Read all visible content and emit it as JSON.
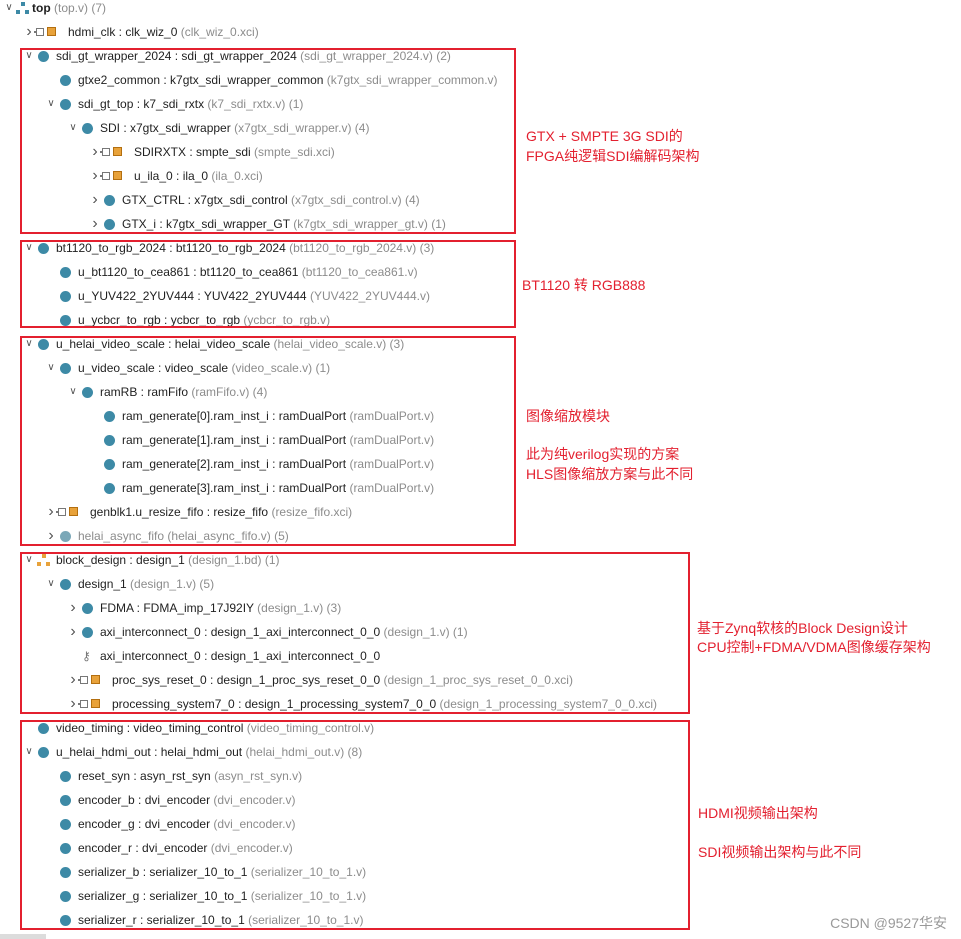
{
  "rows": [
    {
      "arrow": "down",
      "icon": "hierarchy",
      "name": "top",
      "source": " (top.v) (7)"
    },
    {
      "arrow": "right",
      "icon": "ip",
      "name": "hdmi_clk : clk_wiz_0",
      "source": " (clk_wiz_0.xci)"
    },
    {
      "arrow": "down",
      "icon": "module",
      "name": "sdi_gt_wrapper_2024 : sdi_gt_wrapper_2024",
      "source": " (sdi_gt_wrapper_2024.v) (2)"
    },
    {
      "arrow": "none",
      "icon": "module",
      "name": "gtxe2_common : k7gtx_sdi_wrapper_common",
      "source": " (k7gtx_sdi_wrapper_common.v)"
    },
    {
      "arrow": "down",
      "icon": "module",
      "name": "sdi_gt_top : k7_sdi_rxtx",
      "source": " (k7_sdi_rxtx.v) (1)"
    },
    {
      "arrow": "down",
      "icon": "module",
      "name": "SDI : x7gtx_sdi_wrapper",
      "source": " (x7gtx_sdi_wrapper.v) (4)"
    },
    {
      "arrow": "right",
      "icon": "ip",
      "name": "SDIRXTX : smpte_sdi",
      "source": " (smpte_sdi.xci)"
    },
    {
      "arrow": "right",
      "icon": "ip",
      "name": "u_ila_0 : ila_0",
      "source": " (ila_0.xci)"
    },
    {
      "arrow": "right",
      "icon": "module",
      "name": "GTX_CTRL : x7gtx_sdi_control",
      "source": " (x7gtx_sdi_control.v) (4)"
    },
    {
      "arrow": "right",
      "icon": "module",
      "name": "GTX_i : k7gtx_sdi_wrapper_GT",
      "source": " (k7gtx_sdi_wrapper_gt.v) (1)"
    },
    {
      "arrow": "down",
      "icon": "module",
      "name": "bt1120_to_rgb_2024 : bt1120_to_rgb_2024",
      "source": " (bt1120_to_rgb_2024.v) (3)"
    },
    {
      "arrow": "none",
      "icon": "module",
      "name": "u_bt1120_to_cea861 : bt1120_to_cea861",
      "source": " (bt1120_to_cea861.v)"
    },
    {
      "arrow": "none",
      "icon": "module",
      "name": "u_YUV422_2YUV444 : YUV422_2YUV444",
      "source": " (YUV422_2YUV444.v)"
    },
    {
      "arrow": "none",
      "icon": "module",
      "name": "u_ycbcr_to_rgb : ycbcr_to_rgb",
      "source": " (ycbcr_to_rgb.v)"
    },
    {
      "arrow": "down",
      "icon": "module",
      "name": "u_helai_video_scale : helai_video_scale",
      "source": " (helai_video_scale.v) (3)"
    },
    {
      "arrow": "down",
      "icon": "module",
      "name": "u_video_scale : video_scale",
      "source": " (video_scale.v) (1)"
    },
    {
      "arrow": "down",
      "icon": "module",
      "name": "ramRB : ramFifo",
      "source": " (ramFifo.v) (4)"
    },
    {
      "arrow": "none",
      "icon": "module",
      "name": "ram_generate[0].ram_inst_i : ramDualPort",
      "source": " (ramDualPort.v)"
    },
    {
      "arrow": "none",
      "icon": "module",
      "name": "ram_generate[1].ram_inst_i : ramDualPort",
      "source": " (ramDualPort.v)"
    },
    {
      "arrow": "none",
      "icon": "module",
      "name": "ram_generate[2].ram_inst_i : ramDualPort",
      "source": " (ramDualPort.v)"
    },
    {
      "arrow": "none",
      "icon": "module",
      "name": "ram_generate[3].ram_inst_i : ramDualPort",
      "source": " (ramDualPort.v)"
    },
    {
      "arrow": "right",
      "icon": "ip",
      "name": "genblk1.u_resize_fifo : resize_fifo",
      "source": " (resize_fifo.xci)"
    },
    {
      "arrow": "right",
      "icon": "module-faded",
      "name": "helai_async_fifo",
      "source": " (helai_async_fifo.v) (5)"
    },
    {
      "arrow": "down",
      "icon": "bd",
      "name": "block_design : design_1",
      "source": " (design_1.bd) (1)"
    },
    {
      "arrow": "down",
      "icon": "module",
      "name": "design_1",
      "source": " (design_1.v) (5)"
    },
    {
      "arrow": "right",
      "icon": "module",
      "name": "FDMA : FDMA_imp_17J92IY",
      "source": " (design_1.v) (3)"
    },
    {
      "arrow": "right",
      "icon": "module",
      "name": "axi_interconnect_0 : design_1_axi_interconnect_0_0",
      "source": " (design_1.v) (1)"
    },
    {
      "arrow": "none",
      "icon": "key",
      "name": "axi_interconnect_0 : design_1_axi_interconnect_0_0",
      "source": ""
    },
    {
      "arrow": "right",
      "icon": "ip",
      "name": "proc_sys_reset_0 : design_1_proc_sys_reset_0_0",
      "source": " (design_1_proc_sys_reset_0_0.xci)"
    },
    {
      "arrow": "right",
      "icon": "ip",
      "name": "processing_system7_0 : design_1_processing_system7_0_0",
      "source": " (design_1_processing_system7_0_0.xci)"
    },
    {
      "arrow": "none",
      "icon": "module",
      "name": "video_timing : video_timing_control",
      "source": " (video_timing_control.v)"
    },
    {
      "arrow": "down",
      "icon": "module",
      "name": "u_helai_hdmi_out : helai_hdmi_out",
      "source": " (helai_hdmi_out.v) (8)"
    },
    {
      "arrow": "none",
      "icon": "module",
      "name": "reset_syn : asyn_rst_syn",
      "source": " (asyn_rst_syn.v)"
    },
    {
      "arrow": "none",
      "icon": "module",
      "name": "encoder_b : dvi_encoder",
      "source": " (dvi_encoder.v)"
    },
    {
      "arrow": "none",
      "icon": "module",
      "name": "encoder_g : dvi_encoder",
      "source": " (dvi_encoder.v)"
    },
    {
      "arrow": "none",
      "icon": "module",
      "name": "encoder_r : dvi_encoder",
      "source": " (dvi_encoder.v)"
    },
    {
      "arrow": "none",
      "icon": "module",
      "name": "serializer_b : serializer_10_to_1",
      "source": " (serializer_10_to_1.v)"
    },
    {
      "arrow": "none",
      "icon": "module",
      "name": "serializer_g : serializer_10_to_1",
      "source": " (serializer_10_to_1.v)"
    },
    {
      "arrow": "none",
      "icon": "module",
      "name": "serializer_r : serializer_10_to_1",
      "source": " (serializer_10_to_1.v)"
    }
  ],
  "notes": {
    "sdi_line1": "GTX + SMPTE 3G SDI的",
    "sdi_line2": "FPGA纯逻辑SDI编解码架构",
    "bt1120": "BT1120 转 RGB888",
    "scale_line1": "图像缩放模块",
    "scale_line2": "此为纯verilog实现的方案",
    "scale_line3": "HLS图像缩放方案与此不同",
    "bd_line1": "基于Zynq软核的Block Design设计",
    "bd_line2": "CPU控制+FDMA/VDMA图像缓存架构",
    "hdmi_line1": "HDMI视频输出架构",
    "hdmi_line2": "SDI视频输出架构与此不同"
  },
  "watermark": "CSDN @9527华安",
  "colors": {
    "annotation": "#e3202f",
    "module_icon": "#3d8aa6",
    "ip_icon": "#e8a23a",
    "source_text": "#8c8c8c"
  }
}
